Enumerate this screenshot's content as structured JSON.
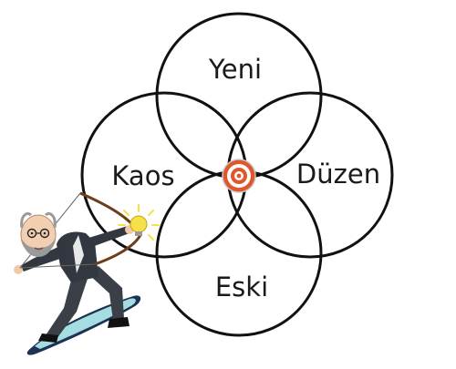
{
  "diagram": {
    "circles": [
      {
        "label": "Yeni"
      },
      {
        "label": "Kaos"
      },
      {
        "label": "Düzen"
      },
      {
        "label": "Eski"
      }
    ],
    "center_icon": "target-bullseye-icon",
    "colors": {
      "circle_stroke": "#111111",
      "target_red": "#e2562b",
      "target_white": "#ffffff",
      "board_teal": "#a6dde0",
      "board_navy": "#1d3353",
      "bulb_yellow": "#f6e04a"
    }
  },
  "illustration": {
    "figure": "archer-character-on-surfboard",
    "items": [
      "bow-icon",
      "lightbulb-icon"
    ]
  }
}
